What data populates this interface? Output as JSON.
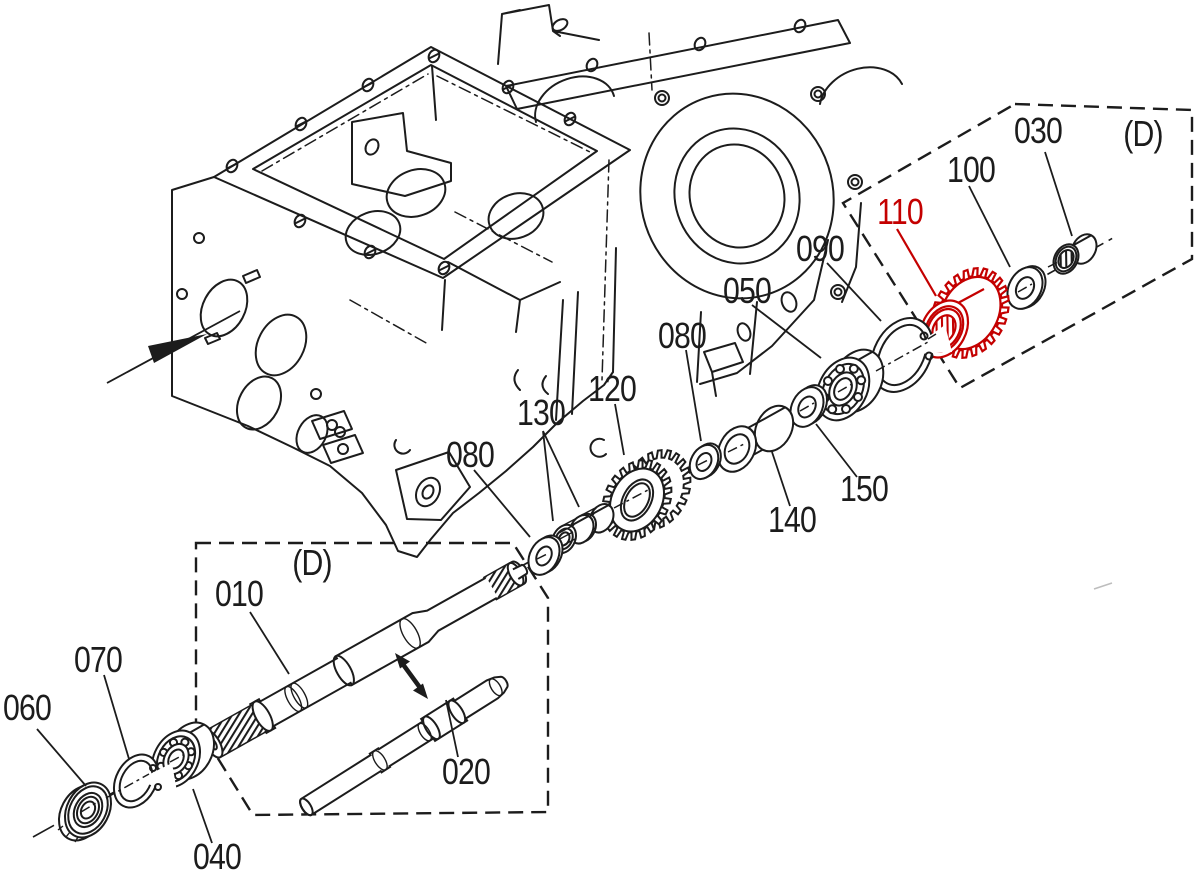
{
  "diagram": {
    "type": "exploded-parts-diagram",
    "colors": {
      "ink": "#1c1c1c",
      "highlight": "#c40000",
      "background": "#ffffff"
    },
    "section_labels": [
      {
        "id": "upper-detail-box",
        "text": "(D)"
      },
      {
        "id": "lower-detail-box",
        "text": "(D)"
      }
    ],
    "callouts": [
      {
        "id": "ref-030",
        "text": "030",
        "highlighted": false
      },
      {
        "id": "ref-100",
        "text": "100",
        "highlighted": false
      },
      {
        "id": "ref-110",
        "text": "110",
        "highlighted": true
      },
      {
        "id": "ref-090",
        "text": "090",
        "highlighted": false
      },
      {
        "id": "ref-050",
        "text": "050",
        "highlighted": false
      },
      {
        "id": "ref-080-upper",
        "text": "080",
        "highlighted": false
      },
      {
        "id": "ref-120",
        "text": "120",
        "highlighted": false
      },
      {
        "id": "ref-130",
        "text": "130",
        "highlighted": false
      },
      {
        "id": "ref-080-lower",
        "text": "080",
        "highlighted": false
      },
      {
        "id": "ref-150",
        "text": "150",
        "highlighted": false
      },
      {
        "id": "ref-140",
        "text": "140",
        "highlighted": false
      },
      {
        "id": "ref-010",
        "text": "010",
        "highlighted": false
      },
      {
        "id": "ref-020",
        "text": "020",
        "highlighted": false
      },
      {
        "id": "ref-040",
        "text": "040",
        "highlighted": false
      },
      {
        "id": "ref-060",
        "text": "060",
        "highlighted": false
      },
      {
        "id": "ref-070",
        "text": "070",
        "highlighted": false
      }
    ]
  }
}
